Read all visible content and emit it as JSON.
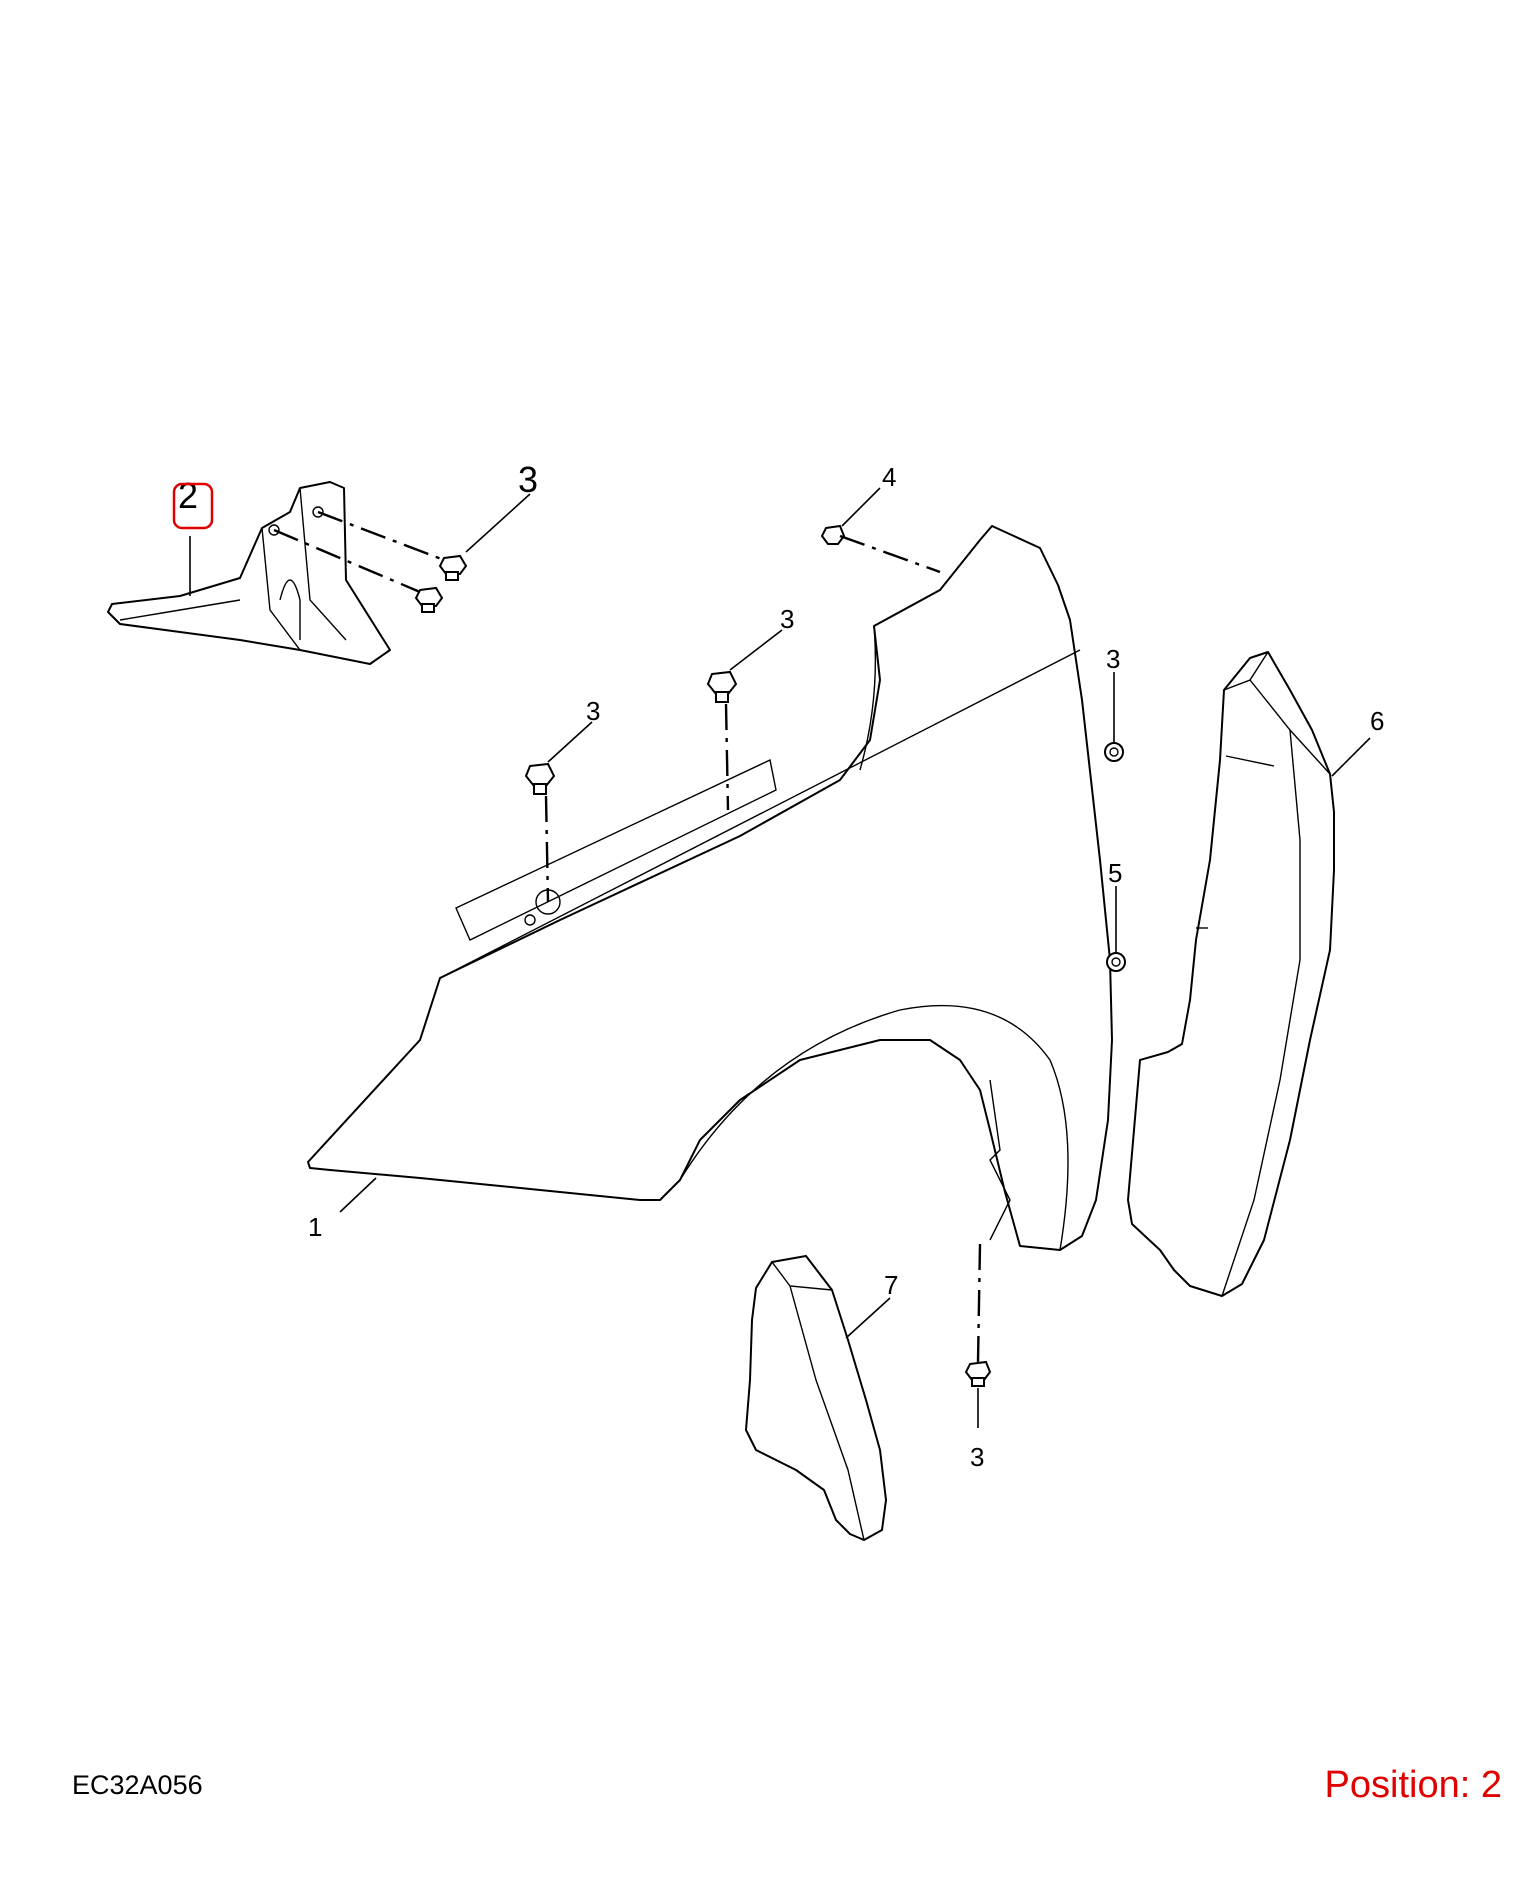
{
  "callouts": {
    "c1": "1",
    "c2": "2",
    "c3_top": "3",
    "c3_center": "3",
    "c3_left": "3",
    "c3_right": "3",
    "c3_bottom": "3",
    "c4": "4",
    "c5": "5",
    "c6": "6",
    "c7": "7"
  },
  "drawing_code": "EC32A056",
  "position_label": "Position: 2",
  "colors": {
    "line": "#000000",
    "highlight": "#e00000",
    "background": "#ffffff"
  }
}
